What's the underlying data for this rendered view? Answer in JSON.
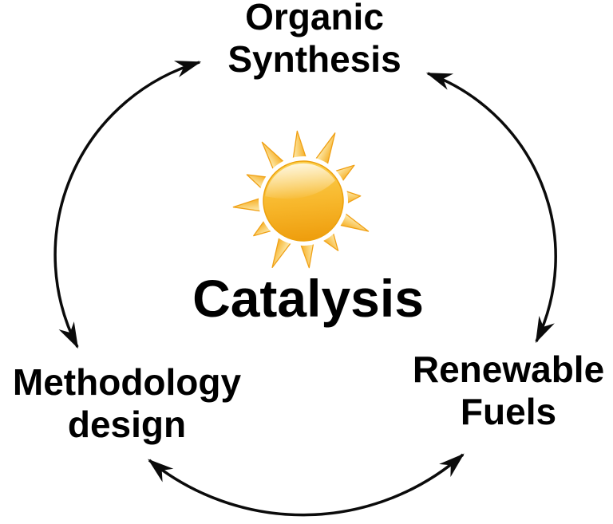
{
  "diagram": {
    "type": "cycle-diagram",
    "center_label": "Catalysis",
    "center_icon": "sun-icon",
    "nodes": {
      "top": {
        "lines": [
          "Organic",
          "Synthesis"
        ]
      },
      "left": {
        "lines": [
          "Methodology",
          "design"
        ]
      },
      "right": {
        "lines": [
          "Renewable",
          "Fuels"
        ]
      }
    },
    "arrows": [
      {
        "name": "organic-methodology",
        "between": [
          "Organic Synthesis",
          "Methodology design"
        ],
        "bidirectional": true
      },
      {
        "name": "organic-renewable",
        "between": [
          "Organic Synthesis",
          "Renewable Fuels"
        ],
        "bidirectional": true
      },
      {
        "name": "methodology-renewable",
        "between": [
          "Methodology design",
          "Renewable Fuels"
        ],
        "bidirectional": true
      }
    ],
    "colors": {
      "background": "#ffffff",
      "text": "#000000",
      "arrow": "#0b0b0b",
      "sun_halo": "#ffffff",
      "sun_rim": "#eda10c",
      "sun_body_top": "#fbd051",
      "sun_body_mid": "#f7b62a",
      "sun_body_bottom": "#ee9d0d",
      "ray_light": "#fdf0bb",
      "ray_dark": "#f6ac1d",
      "ray_stroke": "#f0a014"
    }
  }
}
